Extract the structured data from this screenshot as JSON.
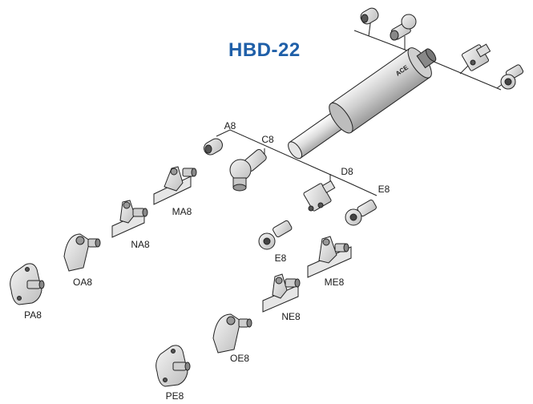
{
  "title": "HBD-22",
  "brand": "ACE",
  "labels": {
    "a8": "A8",
    "c8": "C8",
    "d8": "D8",
    "e8_top": "E8",
    "e8_mid": "E8",
    "ma8": "MA8",
    "na8": "NA8",
    "oa8": "OA8",
    "pa8": "PA8",
    "me8": "ME8",
    "ne8": "NE8",
    "oe8": "OE8",
    "pe8": "PE8"
  },
  "colors": {
    "title": "#1f5fa8",
    "outline": "#222222",
    "body_fill": "#d9d9d9"
  }
}
